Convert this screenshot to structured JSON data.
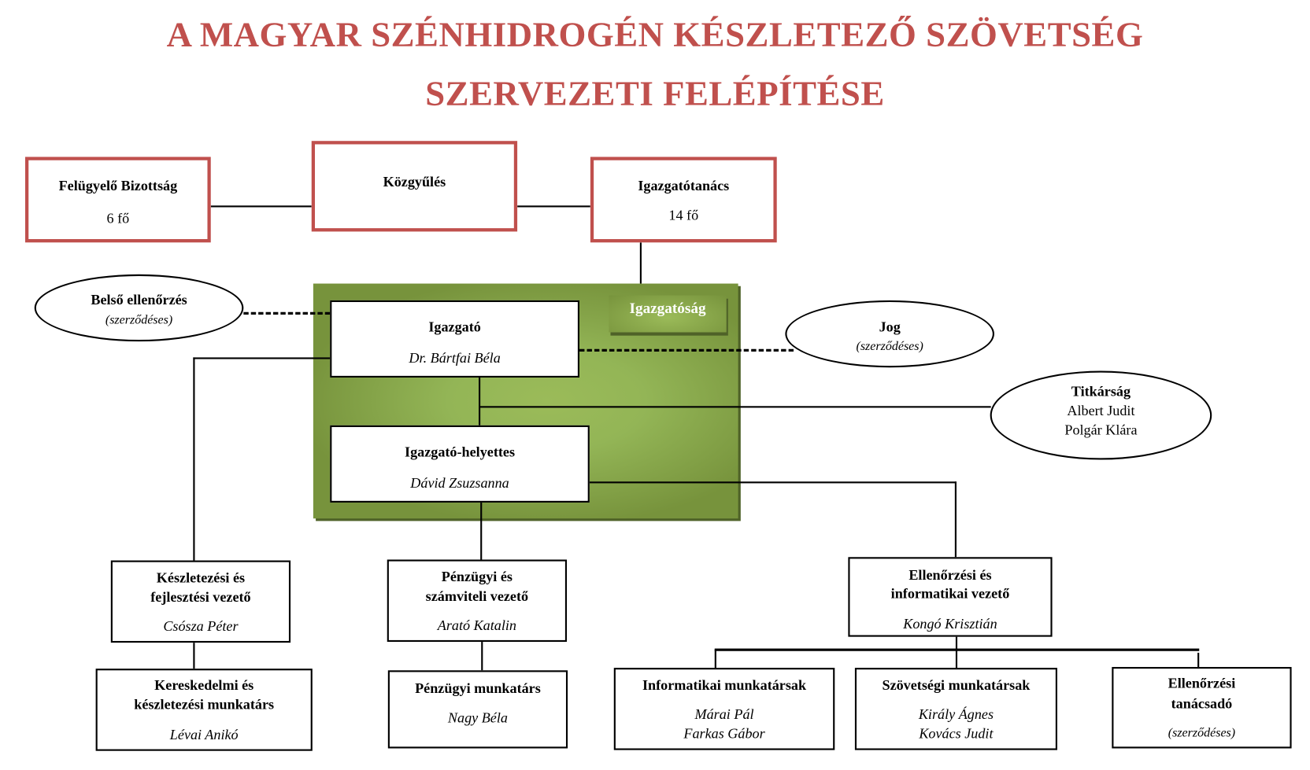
{
  "title": {
    "line1": "A MAGYAR SZÉNHIDROGÉN KÉSZLETEZŐ SZÖVETSÉG",
    "line2": "SZERVEZETI FELÉPÍTÉSE"
  },
  "colors": {
    "title": "#C0504D",
    "governance_border": "#C0504D",
    "panel": "#77933C",
    "panel_light": "#9BBB59"
  },
  "felugyelo": {
    "name": "Felügyelő Bizottság",
    "count": "6 fő"
  },
  "kozgyules": {
    "name": "Közgyűlés"
  },
  "igazgatotanacs": {
    "name": "Igazgatótanács",
    "count": "14 fő"
  },
  "igazgatosag": {
    "label": "Igazgatóság"
  },
  "belso": {
    "name": "Belső ellenőrzés",
    "note": "(szerződéses)"
  },
  "jog": {
    "name": "Jog",
    "note": "(szerződéses)"
  },
  "titkarsag": {
    "name": "Titkárság",
    "people": [
      "Albert Judit",
      "Polgár Klára"
    ]
  },
  "igazgato": {
    "role": "Igazgató",
    "person": "Dr. Bártfai Béla"
  },
  "helyettes": {
    "role": "Igazgató-helyettes",
    "person": "Dávid Zsuzsanna"
  },
  "keszletezesi": {
    "role1": "Készletezési és",
    "role2": "fejlesztési vezető",
    "person": "Csósza Péter"
  },
  "kereskedelmi": {
    "role1": "Kereskedelmi és",
    "role2": "készletezési munkatárs",
    "person": "Lévai Anikó"
  },
  "penzugyi": {
    "role1": "Pénzügyi és",
    "role2": "számviteli vezető",
    "person": "Arató Katalin"
  },
  "penzugyi_munkatars": {
    "role": "Pénzügyi munkatárs",
    "person": "Nagy Béla"
  },
  "ellenorzesi": {
    "role1": "Ellenőrzési és",
    "role2": "informatikai vezető",
    "person": "Kongó Krisztián"
  },
  "informatikai": {
    "role": "Informatikai munkatársak",
    "people": [
      "Márai Pál",
      "Farkas Gábor"
    ]
  },
  "szovetsegi": {
    "role": "Szövetségi munkatársak",
    "people": [
      "Király Ágnes",
      "Kovács Judit"
    ]
  },
  "tanacsado": {
    "role1": "Ellenőrzési",
    "role2": "tanácsadó",
    "note": "(szerződéses)"
  }
}
